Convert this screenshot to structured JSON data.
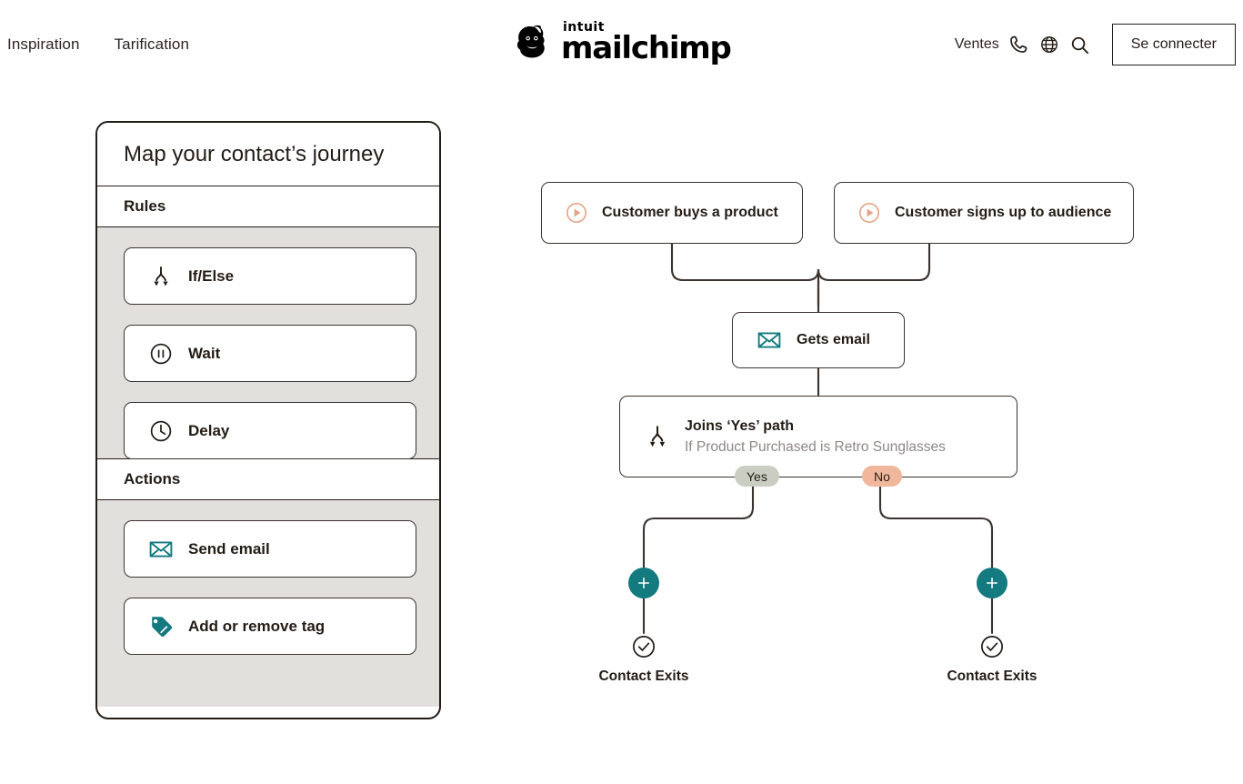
{
  "header": {
    "nav_left": [
      {
        "label": "Inspiration"
      },
      {
        "label": "Tarification"
      }
    ],
    "logo": {
      "intuit": "intuit",
      "wordmark": "mailchimp",
      "mark_icon": "mailchimp-monkey-icon"
    },
    "nav_right": {
      "sales_label": "Ventes",
      "phone_icon": "phone-icon",
      "globe_icon": "globe-icon",
      "search_icon": "search-icon",
      "login_label": "Se connecter"
    }
  },
  "panel": {
    "title": "Map your contact’s journey",
    "sections": [
      {
        "heading": "Rules",
        "items": [
          {
            "label": "If/Else",
            "icon": "branch-icon"
          },
          {
            "label": "Wait",
            "icon": "pause-circle-icon"
          },
          {
            "label": "Delay",
            "icon": "clock-circle-icon"
          }
        ]
      },
      {
        "heading": "Actions",
        "items": [
          {
            "label": "Send email",
            "icon": "envelope-icon"
          },
          {
            "label": "Add or remove tag",
            "icon": "tag-icon"
          }
        ]
      }
    ]
  },
  "flow": {
    "triggers": [
      {
        "label": "Customer buys a product",
        "icon": "play-circle-icon"
      },
      {
        "label": "Customer signs up to audience",
        "icon": "play-circle-icon"
      }
    ],
    "email_step": {
      "label": "Gets email",
      "icon": "envelope-icon"
    },
    "branch_step": {
      "title": "Joins ‘Yes’ path",
      "subtitle": "If Product Purchased is Retro Sunglasses",
      "icon": "branch-icon"
    },
    "badges": {
      "yes": "Yes",
      "no": "No"
    },
    "add_button_icon": "plus-icon",
    "exits": [
      {
        "label": "Contact Exits",
        "icon": "check-circle-icon"
      },
      {
        "label": "Contact Exits",
        "icon": "check-circle-icon"
      }
    ]
  },
  "colors": {
    "teal": "#137a7f",
    "salmon": "#f0b79c",
    "sage": "#c9cdc2",
    "panel_gray": "#e2e0dc",
    "ink": "#241c15",
    "play_outline": "#e5a386"
  }
}
